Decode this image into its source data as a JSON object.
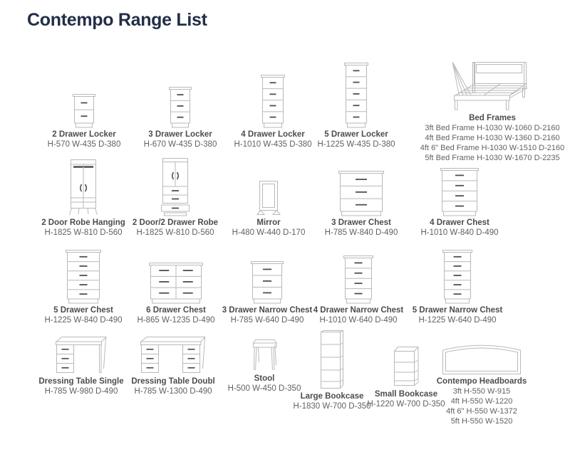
{
  "page": {
    "title": "Contempo Range List"
  },
  "colors": {
    "title": "#232e47",
    "label": "#4c4c4c",
    "dims": "#616161",
    "line": "#b9b9b9",
    "handle": "#4f4f4f"
  },
  "items": [
    {
      "name": "2 Drawer Locker",
      "dims": "H-570 W-435 D-380",
      "icon": "locker-2-icon"
    },
    {
      "name": "3 Drawer Locker",
      "dims": "H-670 W-435 D-380",
      "icon": "locker-3-icon"
    },
    {
      "name": "4 Drawer Locker",
      "dims": "H-1010 W-435 D-380",
      "icon": "locker-4-icon"
    },
    {
      "name": "5 Drawer Locker",
      "dims": "H-1225 W-435 D-380",
      "icon": "locker-5-icon"
    },
    {
      "name": "2 Door Robe Hanging",
      "dims": "H-1825 W-810 D-560",
      "icon": "robe-hanging-icon"
    },
    {
      "name": "2 Door/2 Drawer Robe",
      "dims": "H-1825 W-810 D-560",
      "icon": "robe-drawer-icon"
    },
    {
      "name": "Mirror",
      "dims": "H-480 W-440 D-170",
      "icon": "mirror-icon"
    },
    {
      "name": "3 Drawer Chest",
      "dims": "H-785 W-840 D-490",
      "icon": "chest-3-icon"
    },
    {
      "name": "4 Drawer Chest",
      "dims": "H-1010 W-840 D-490",
      "icon": "chest-4-icon"
    },
    {
      "name": "5 Drawer Chest",
      "dims": "H-1225 W-840 D-490",
      "icon": "chest-5-icon"
    },
    {
      "name": "6 Drawer Chest",
      "dims": "H-865 W-1235 D-490",
      "icon": "chest-6-icon"
    },
    {
      "name": "3 Drawer Narrow Chest",
      "dims": "H-785 W-640 D-490",
      "icon": "narrow-3-icon"
    },
    {
      "name": "4 Drawer Narrow Chest",
      "dims": "H-1010 W-640 D-490",
      "icon": "narrow-4-icon"
    },
    {
      "name": "5 Drawer Narrow Chest",
      "dims": "H-1225 W-640 D-490",
      "icon": "narrow-5-icon"
    },
    {
      "name": "Dressing Table Single",
      "dims": "H-785 W-980 D-490",
      "icon": "dressing-single-icon"
    },
    {
      "name": "Dressing Table Doubl",
      "dims": "H-785 W-1300 D-490",
      "icon": "dressing-double-icon"
    },
    {
      "name": "Stool",
      "dims": "H-500 W-450 D-350",
      "icon": "stool-icon"
    },
    {
      "name": "Large Bookcase",
      "dims": "H-1830 W-700 D-350",
      "icon": "bookcase-large-icon"
    },
    {
      "name": "Small Bookcase",
      "dims": "H-1220 W-700 D-350",
      "icon": "bookcase-small-icon"
    }
  ],
  "bed_frames": {
    "title": "Bed Frames",
    "icon": "bed-frame-icon",
    "lines": [
      "3ft Bed Frame H-1030 W-1060 D-2160",
      "4ft Bed Frame H-1030 W-1360 D-2160",
      "4ft 6\" Bed Frame H-1030 W-1510 D-2160",
      "5ft Bed Frame H-1030 W-1670 D-2235"
    ]
  },
  "headboards": {
    "title": "Contempo Headboards",
    "icon": "headboard-icon",
    "lines": [
      "3ft H-550 W-915",
      "4ft H-550 W-1220",
      "4ft 6\" H-550 W-1372",
      "5ft H-550 W-1520"
    ]
  }
}
